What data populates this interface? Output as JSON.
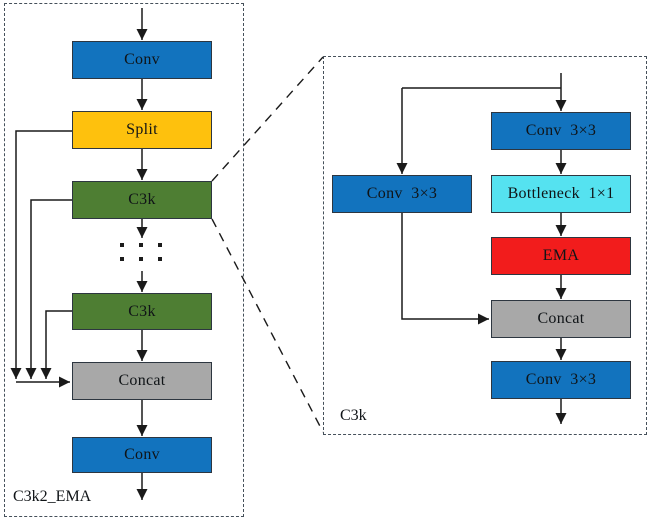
{
  "left_panel": {
    "label": "C3k2_EMA",
    "nodes": {
      "conv_in": "Conv",
      "split": "Split",
      "c3k_first": "C3k",
      "c3k_last": "C3k",
      "concat": "Concat",
      "conv_out": "Conv"
    }
  },
  "right_panel": {
    "label": "C3k",
    "nodes": {
      "conv_top": "Conv  3×3",
      "conv_left": "Conv  3×3",
      "bottleneck": "Bottleneck  1×1",
      "ema": "EMA",
      "concat": "Concat",
      "conv_out": "Conv  3×3"
    }
  },
  "colors": {
    "conv_blue": "#1273be",
    "split_yellow": "#fec10d",
    "c3k_green": "#4e7e33",
    "concat_gray": "#a8a8a8",
    "bottleneck_cyan": "#55e2f0",
    "ema_red": "#f21c1c",
    "line": "#1a1a1a"
  }
}
